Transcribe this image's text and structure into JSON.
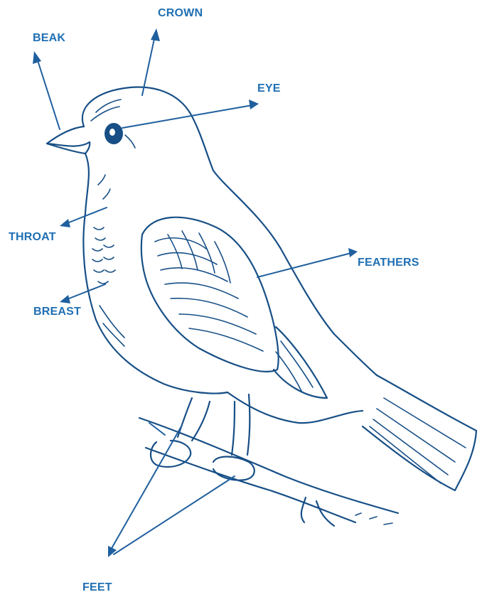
{
  "labels": {
    "beak": "BEAK",
    "crown": "CROWN",
    "eye": "EYE",
    "throat": "THROAT",
    "feathers": "FEATHERS",
    "breast": "BREAST",
    "feet": "FEET"
  },
  "colors": {
    "label": "#1f6fb3",
    "ink": "#174f86",
    "arrow": "#1f5f9e",
    "background": "#ffffff"
  }
}
